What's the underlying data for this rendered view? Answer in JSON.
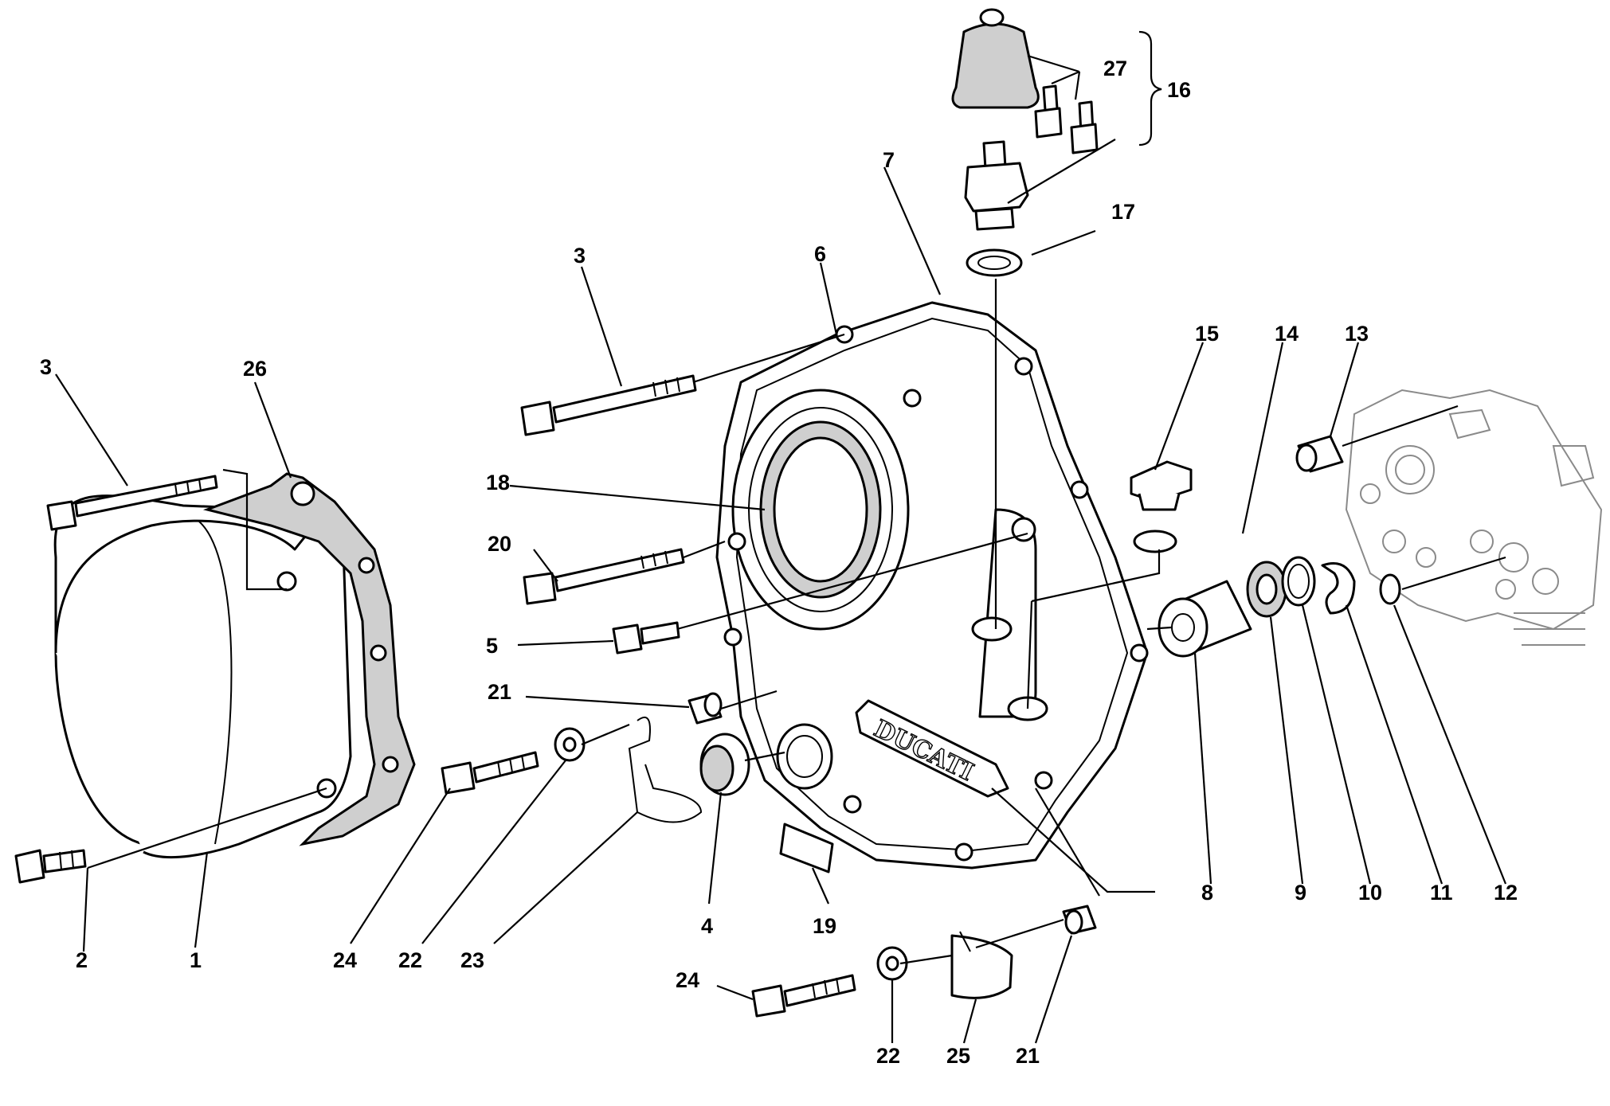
{
  "diagram": {
    "brand_mark": "DUCATI",
    "callouts": [
      {
        "id": "c-1",
        "text": "1"
      },
      {
        "id": "c-2",
        "text": "2"
      },
      {
        "id": "c-3a",
        "text": "3"
      },
      {
        "id": "c-3b",
        "text": "3"
      },
      {
        "id": "c-4",
        "text": "4"
      },
      {
        "id": "c-5",
        "text": "5"
      },
      {
        "id": "c-6",
        "text": "6"
      },
      {
        "id": "c-7",
        "text": "7"
      },
      {
        "id": "c-8",
        "text": "8"
      },
      {
        "id": "c-9",
        "text": "9"
      },
      {
        "id": "c-10",
        "text": "10"
      },
      {
        "id": "c-11",
        "text": "11"
      },
      {
        "id": "c-12",
        "text": "12"
      },
      {
        "id": "c-13",
        "text": "13"
      },
      {
        "id": "c-14",
        "text": "14"
      },
      {
        "id": "c-15",
        "text": "15"
      },
      {
        "id": "c-16",
        "text": "16"
      },
      {
        "id": "c-17",
        "text": "17"
      },
      {
        "id": "c-18",
        "text": "18"
      },
      {
        "id": "c-19",
        "text": "19"
      },
      {
        "id": "c-20",
        "text": "20"
      },
      {
        "id": "c-21a",
        "text": "21"
      },
      {
        "id": "c-21b",
        "text": "21"
      },
      {
        "id": "c-22a",
        "text": "22"
      },
      {
        "id": "c-22b",
        "text": "22"
      },
      {
        "id": "c-23",
        "text": "23"
      },
      {
        "id": "c-24a",
        "text": "24"
      },
      {
        "id": "c-24b",
        "text": "24"
      },
      {
        "id": "c-25",
        "text": "25"
      },
      {
        "id": "c-26",
        "text": "26"
      },
      {
        "id": "c-27",
        "text": "27"
      }
    ]
  }
}
